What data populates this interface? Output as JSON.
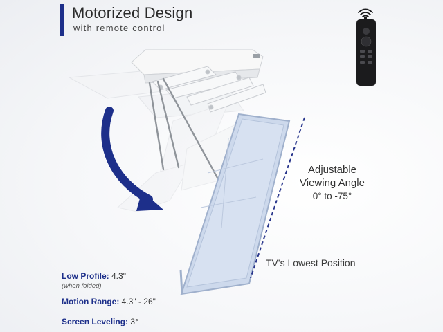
{
  "header": {
    "title": "Motorized Design",
    "subtitle": "with remote control"
  },
  "angle": {
    "line1": "Adjustable",
    "line2": "Viewing Angle",
    "range": "0° to -75°"
  },
  "lowest_position": "TV's Lowest Position",
  "specs": {
    "low_profile_label": "Low Profile:",
    "low_profile_value": " 4.3\"",
    "low_profile_note": "(when folded)",
    "motion_range_label": "Motion Range:",
    "motion_range_value": " 4.3\" - 26\"",
    "leveling_label": "Screen Leveling:",
    "leveling_value": " 3°"
  },
  "icons": [
    "wifi-signal-icon",
    "remote-control-icon",
    "curved-arrow-icon"
  ],
  "colors": {
    "accent": "#1d2f8a",
    "screen": "#cdd9ec",
    "dashed_line": "#27348b"
  }
}
